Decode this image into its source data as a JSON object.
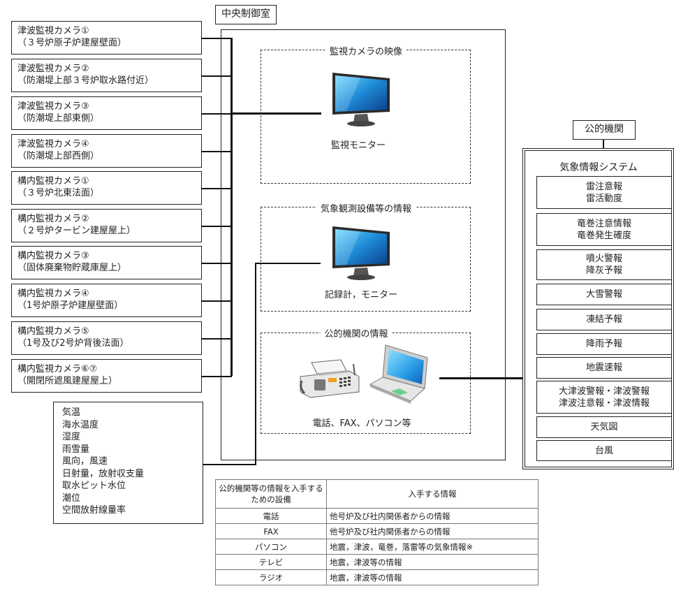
{
  "control_room": {
    "title": "中央制御室"
  },
  "cameras": [
    {
      "line1": "津波監視カメラ①",
      "line2": "（３号炉原子炉建屋壁面）"
    },
    {
      "line1": "津波監視カメラ②",
      "line2": "（防潮堤上部３号炉取水路付近）"
    },
    {
      "line1": "津波監視カメラ③",
      "line2": "（防潮堤上部東側）"
    },
    {
      "line1": "津波監視カメラ④",
      "line2": "（防潮堤上部西側）"
    },
    {
      "line1": "構内監視カメラ①",
      "line2": "（３号炉北東法面）"
    },
    {
      "line1": "構内監視カメラ②",
      "line2": "（２号炉タービン建屋屋上）"
    },
    {
      "line1": "構内監視カメラ③",
      "line2": "（固体廃棄物貯蔵庫屋上）"
    },
    {
      "line1": "構内監視カメラ④",
      "line2": "（1号炉原子炉建屋壁面）"
    },
    {
      "line1": "構内監視カメラ⑤",
      "line2": "（1号及び2号炉背後法面）"
    },
    {
      "line1": "構内監視カメラ⑥⑦",
      "line2": "（開閉所遮風建屋屋上）"
    }
  ],
  "weather_inputs": [
    "気温",
    "海水温度",
    "湿度",
    "雨雪量",
    "風向，風速",
    "日射量，放射収支量",
    "取水ピット水位",
    "潮位",
    "空間放射線量率"
  ],
  "sections": {
    "camera_video": {
      "title": "監視カメラの映像",
      "device_label": "監視モニター"
    },
    "weather_info": {
      "title": "気象観測設備等の情報",
      "device_label": "記録計，モニター"
    },
    "public_info": {
      "title": "公的機関の情報",
      "device_label": "電話、FAX、パソコン等"
    }
  },
  "public_agency": {
    "title": "公的機関",
    "system_title": "気象情報システム",
    "items": [
      {
        "line1": "雷注意報",
        "line2": "雷活動度"
      },
      {
        "line1": "竜巻注意情報",
        "line2": "竜巻発生確度"
      },
      {
        "line1": "噴火警報",
        "line2": "降灰予報"
      },
      {
        "line1": "大雪警報",
        "line2": ""
      },
      {
        "line1": "凍結予報",
        "line2": ""
      },
      {
        "line1": "降雨予報",
        "line2": ""
      },
      {
        "line1": "地震速報",
        "line2": ""
      },
      {
        "line1": "大津波警報・津波警報",
        "line2": "津波注意報・津波情報"
      },
      {
        "line1": "天気図",
        "line2": ""
      },
      {
        "line1": "台風",
        "line2": ""
      }
    ]
  },
  "table": {
    "headers": [
      "公的機関等の情報を入手するための設備",
      "入手する情報"
    ],
    "rows": [
      {
        "device": "電話",
        "info": "他号炉及び社内関係者からの情報"
      },
      {
        "device": "FAX",
        "info": "他号炉及び社内関係者からの情報"
      },
      {
        "device": "パソコン",
        "info": "地震，津波，竜巻，落雷等の気象情報※"
      },
      {
        "device": "テレビ",
        "info": "地震，津波等の情報"
      },
      {
        "device": "ラジオ",
        "info": "地震，津波等の情報"
      }
    ]
  }
}
